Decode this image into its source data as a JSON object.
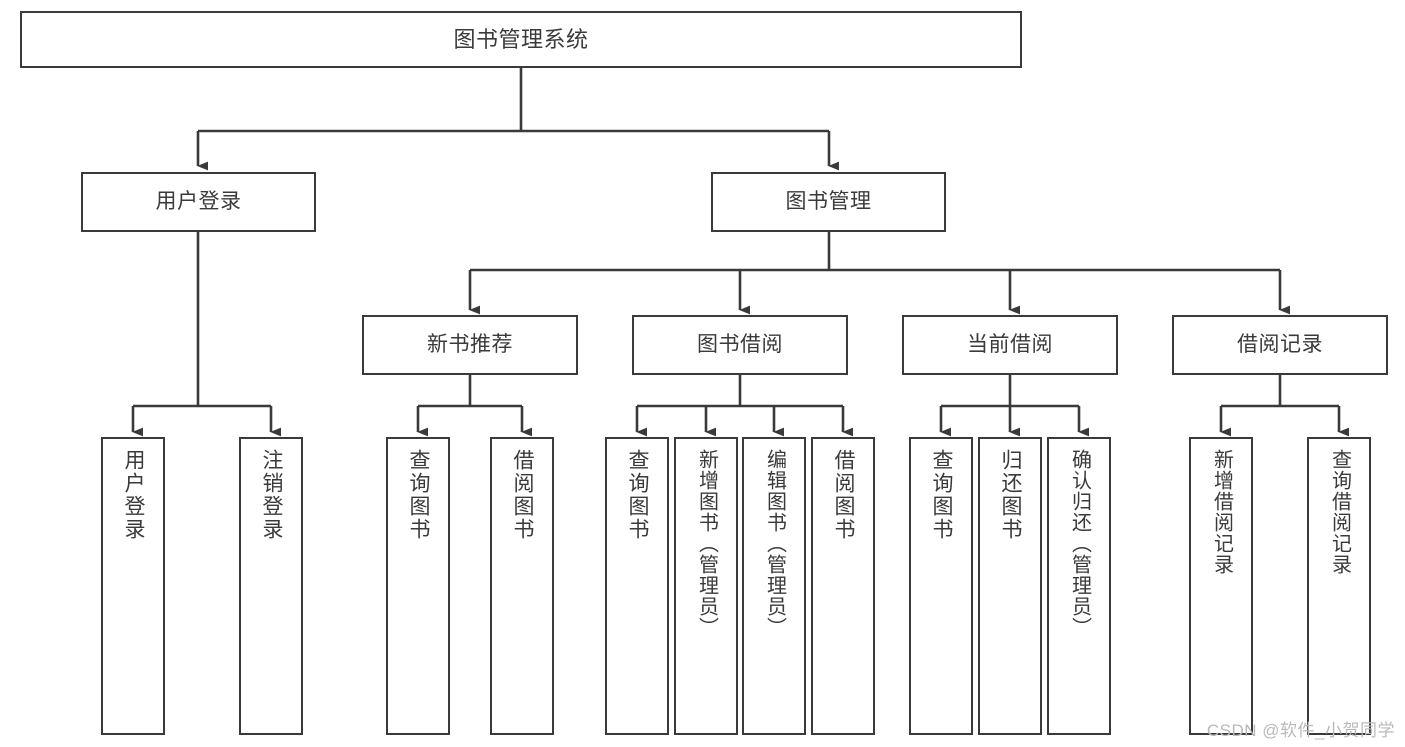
{
  "diagram": {
    "title": "图书管理系统",
    "type": "tree",
    "watermark": "CSDN @软件_小贺同学",
    "colors": {
      "box_border": "#3a3a3a",
      "box_fill": "#ffffff",
      "connector": "#3a3a3a",
      "text": "#3a3a3a",
      "watermark": "#b9b9b9",
      "background": "#ffffff"
    },
    "root": {
      "label": "图书管理系统"
    },
    "level2": [
      {
        "label": "用户登录"
      },
      {
        "label": "图书管理"
      }
    ],
    "level3": [
      {
        "label": "新书推荐"
      },
      {
        "label": "图书借阅"
      },
      {
        "label": "当前借阅"
      },
      {
        "label": "借阅记录"
      }
    ],
    "leaves": {
      "user_login": [
        {
          "label": "用户登录"
        },
        {
          "label": "注销登录"
        }
      ],
      "new_book_recommend": [
        {
          "label": "查询图书"
        },
        {
          "label": "借阅图书"
        }
      ],
      "book_borrow": [
        {
          "label": "查询图书"
        },
        {
          "label": "新增图书（管理员）"
        },
        {
          "label": "编辑图书（管理员）"
        },
        {
          "label": "借阅图书"
        }
      ],
      "current_borrow": [
        {
          "label": "查询图书"
        },
        {
          "label": "归还图书"
        },
        {
          "label": "确认归还（管理员）"
        }
      ],
      "borrow_record": [
        {
          "label": "新增借阅记录"
        },
        {
          "label": "查询借阅记录"
        }
      ]
    }
  }
}
